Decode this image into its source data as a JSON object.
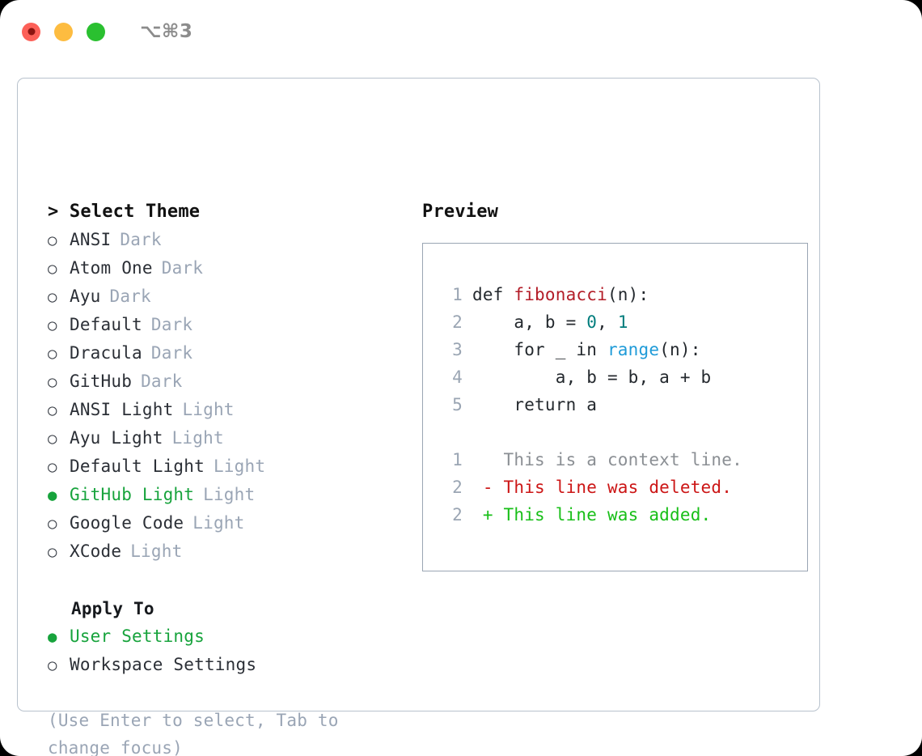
{
  "window": {
    "title": "⌥⌘3",
    "controls": [
      {
        "name": "close",
        "color": "#fc6058"
      },
      {
        "name": "minimize",
        "color": "#fdbc40"
      },
      {
        "name": "maximize",
        "color": "#2ac030"
      }
    ]
  },
  "theme_picker": {
    "header": "> Select Theme",
    "marker_selected": "●",
    "marker_unselected": "○",
    "options": [
      {
        "label": "ANSI",
        "suffix": "Dark",
        "selected": false
      },
      {
        "label": "Atom One",
        "suffix": "Dark",
        "selected": false
      },
      {
        "label": "Ayu",
        "suffix": "Dark",
        "selected": false
      },
      {
        "label": "Default",
        "suffix": "Dark",
        "selected": false
      },
      {
        "label": "Dracula",
        "suffix": "Dark",
        "selected": false
      },
      {
        "label": "GitHub",
        "suffix": "Dark",
        "selected": false
      },
      {
        "label": "ANSI Light",
        "suffix": "Light",
        "selected": false
      },
      {
        "label": "Ayu Light",
        "suffix": "Light",
        "selected": false
      },
      {
        "label": "Default Light",
        "suffix": "Light",
        "selected": false
      },
      {
        "label": "GitHub Light",
        "suffix": "Light",
        "selected": true
      },
      {
        "label": "Google Code",
        "suffix": "Light",
        "selected": false
      },
      {
        "label": "XCode",
        "suffix": "Light",
        "selected": false
      }
    ]
  },
  "apply_to": {
    "header": "Apply To",
    "options": [
      {
        "label": "User Settings",
        "selected": true
      },
      {
        "label": "Workspace Settings",
        "selected": false
      }
    ]
  },
  "hint": "(Use Enter to select, Tab to change focus)",
  "preview": {
    "title": "Preview",
    "code": [
      {
        "lineno": "1",
        "tokens": [
          {
            "text": "def ",
            "kind": "plain"
          },
          {
            "text": "fibonacci",
            "kind": "fn"
          },
          {
            "text": "(n):",
            "kind": "plain"
          }
        ]
      },
      {
        "lineno": "2",
        "tokens": [
          {
            "text": "    a, b = ",
            "kind": "plain"
          },
          {
            "text": "0",
            "kind": "num"
          },
          {
            "text": ", ",
            "kind": "plain"
          },
          {
            "text": "1",
            "kind": "num"
          }
        ]
      },
      {
        "lineno": "3",
        "tokens": [
          {
            "text": "    for _ in ",
            "kind": "plain"
          },
          {
            "text": "range",
            "kind": "call"
          },
          {
            "text": "(n):",
            "kind": "plain"
          }
        ]
      },
      {
        "lineno": "4",
        "tokens": [
          {
            "text": "        a, b = b, a + b",
            "kind": "plain"
          }
        ]
      },
      {
        "lineno": "5",
        "tokens": [
          {
            "text": "    return a",
            "kind": "plain"
          }
        ]
      }
    ],
    "diff": [
      {
        "lineno": "1",
        "marker": " ",
        "text": "This is a context line.",
        "kind": "context"
      },
      {
        "lineno": "2",
        "marker": "-",
        "text": "This line was deleted.",
        "kind": "deleted"
      },
      {
        "lineno": "2",
        "marker": "+",
        "text": "This line was added.",
        "kind": "added"
      }
    ]
  },
  "colors": {
    "accent_green": "#17a33c",
    "muted": "#9aa5b5",
    "panel_border": "#b8c2cd",
    "preview_border": "#9aa5b3",
    "syntax_function": "#b31d28",
    "syntax_number": "#007d7d",
    "syntax_call": "#1f9bd8",
    "diff_deleted": "#cc1616",
    "diff_added": "#18bf18",
    "diff_context": "#8b8f94"
  }
}
